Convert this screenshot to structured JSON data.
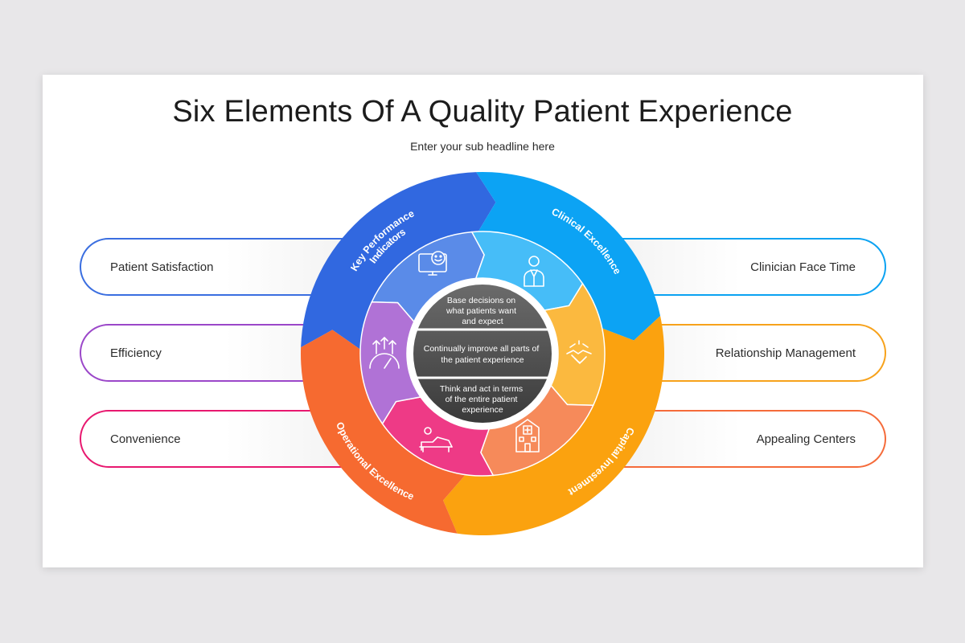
{
  "header": {
    "title": "Six Elements Of A Quality Patient Experience",
    "subtitle": "Enter your sub headline here"
  },
  "left_items": [
    {
      "label": "Patient Satisfaction",
      "color": "#3a6ee0"
    },
    {
      "label": "Efficiency",
      "color": "#9b47c9"
    },
    {
      "label": "Convenience",
      "color": "#e8186f"
    }
  ],
  "right_items": [
    {
      "label": "Clinician Face Time",
      "color": "#0aa2f2"
    },
    {
      "label": "Relationship Management",
      "color": "#f7a21b"
    },
    {
      "label": "Appealing Centers",
      "color": "#f56b3a"
    }
  ],
  "segments": [
    {
      "label_line1": "Key Performance",
      "label_line2": "Indicators",
      "color": "#3168e0",
      "inner_color": "#5a8be8",
      "icon": "monitor-smiley-icon"
    },
    {
      "label_line1": "Clinical Excellence",
      "label_line2": "",
      "color": "#0ca3f4",
      "inner_color": "#46bdf8",
      "icon": "doctor-icon"
    },
    {
      "label_line1": "Capital Investment",
      "label_line2": "",
      "color": "#fba20f",
      "inner_color": "#fbb93f",
      "icon": "handshake-icon"
    },
    {
      "label_line1": "Operational Excellence",
      "label_line2": "",
      "color": "#f66a30",
      "inner_color": "#f68a5a",
      "icon": "hospital-icon"
    },
    {
      "label_line1": "",
      "label_line2": "",
      "color": "#e91e70",
      "inner_color": "#ee3a86",
      "icon": "patient-bed-icon"
    },
    {
      "label_line1": "",
      "label_line2": "",
      "color": "#9d4fc9",
      "inner_color": "#b072d6",
      "icon": "speedometer-arrows-icon"
    }
  ],
  "center": {
    "top": [
      "Base decisions on",
      "what patients want",
      "and expect"
    ],
    "middle": [
      "Continually improve all parts of",
      "the patient experience"
    ],
    "bottom": [
      "Think and act in terms",
      "of the entire patient",
      "experience"
    ]
  }
}
